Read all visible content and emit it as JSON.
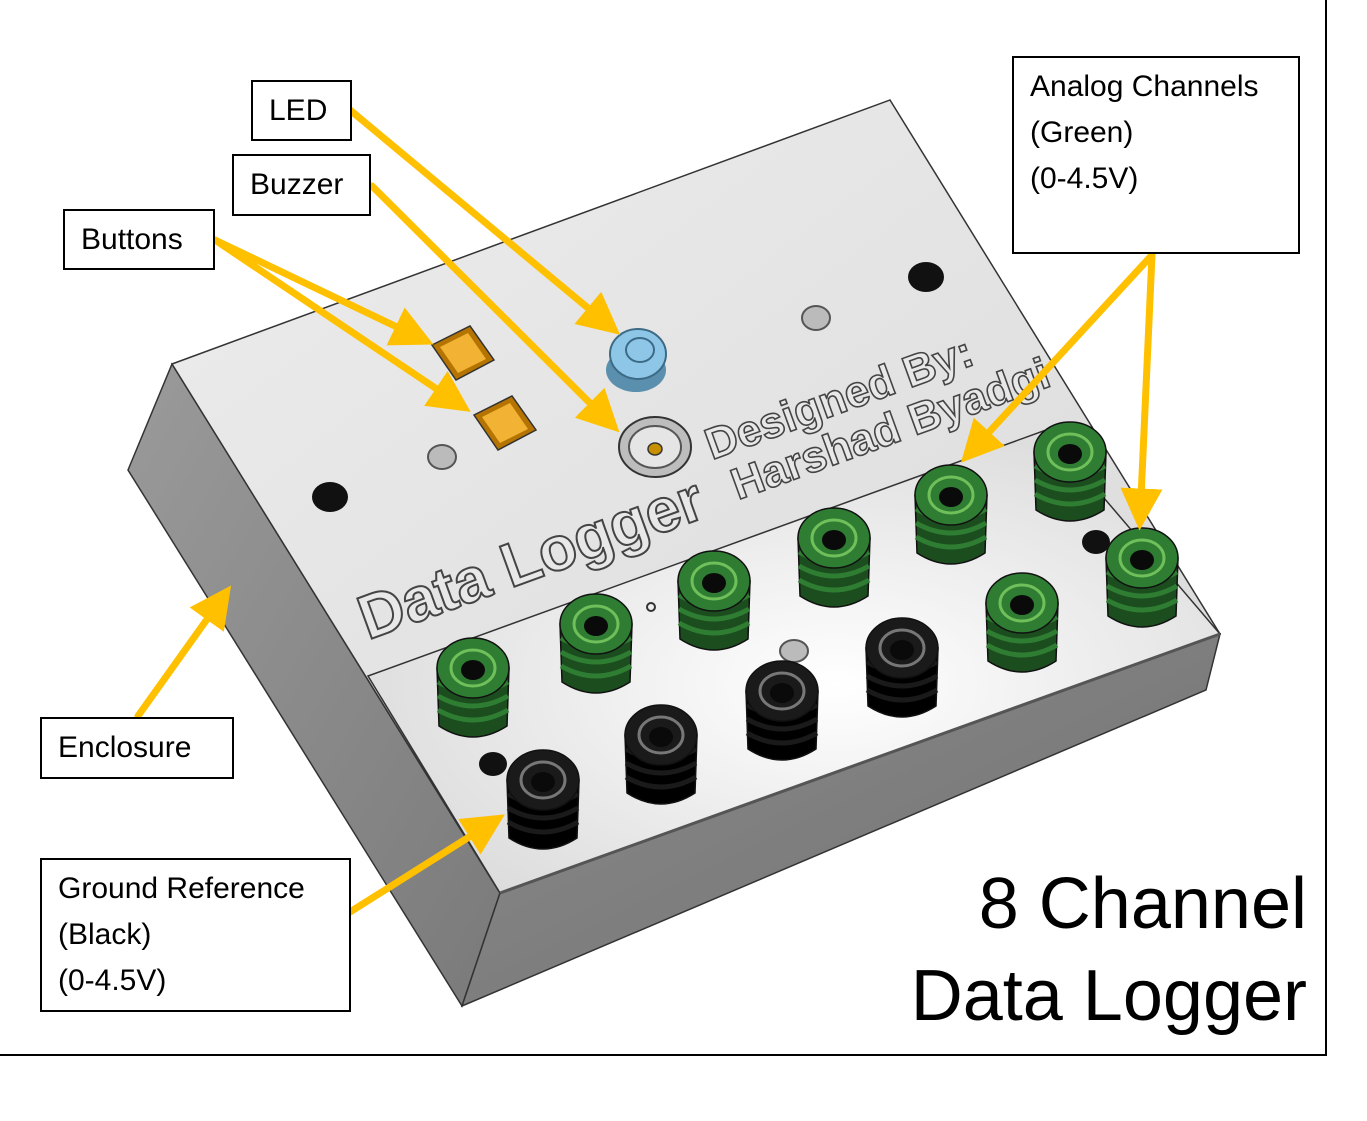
{
  "callouts": {
    "led": "LED",
    "buzzer": "Buzzer",
    "buttons": "Buttons",
    "analog": "Analog Channels\n(Green)\n(0-4.5V)",
    "enclosure": "Enclosure",
    "ground": "Ground Reference\n(Black)\n(0-4.5V)"
  },
  "engraving": {
    "main": "Data Logger",
    "credit_line1": "Designed By:",
    "credit_line2": "Harshad Byadgi"
  },
  "title": {
    "line1": "8 Channel",
    "line2": "Data Logger"
  },
  "colors": {
    "arrow": "#ffc000",
    "green_terminal": "#2e7d32",
    "black_terminal": "#1a1a1a",
    "button": "#e8a317",
    "led": "#8ec6e8",
    "enclosure_top": "#e2e2e2",
    "enclosure_side": "#8a8a8a"
  }
}
